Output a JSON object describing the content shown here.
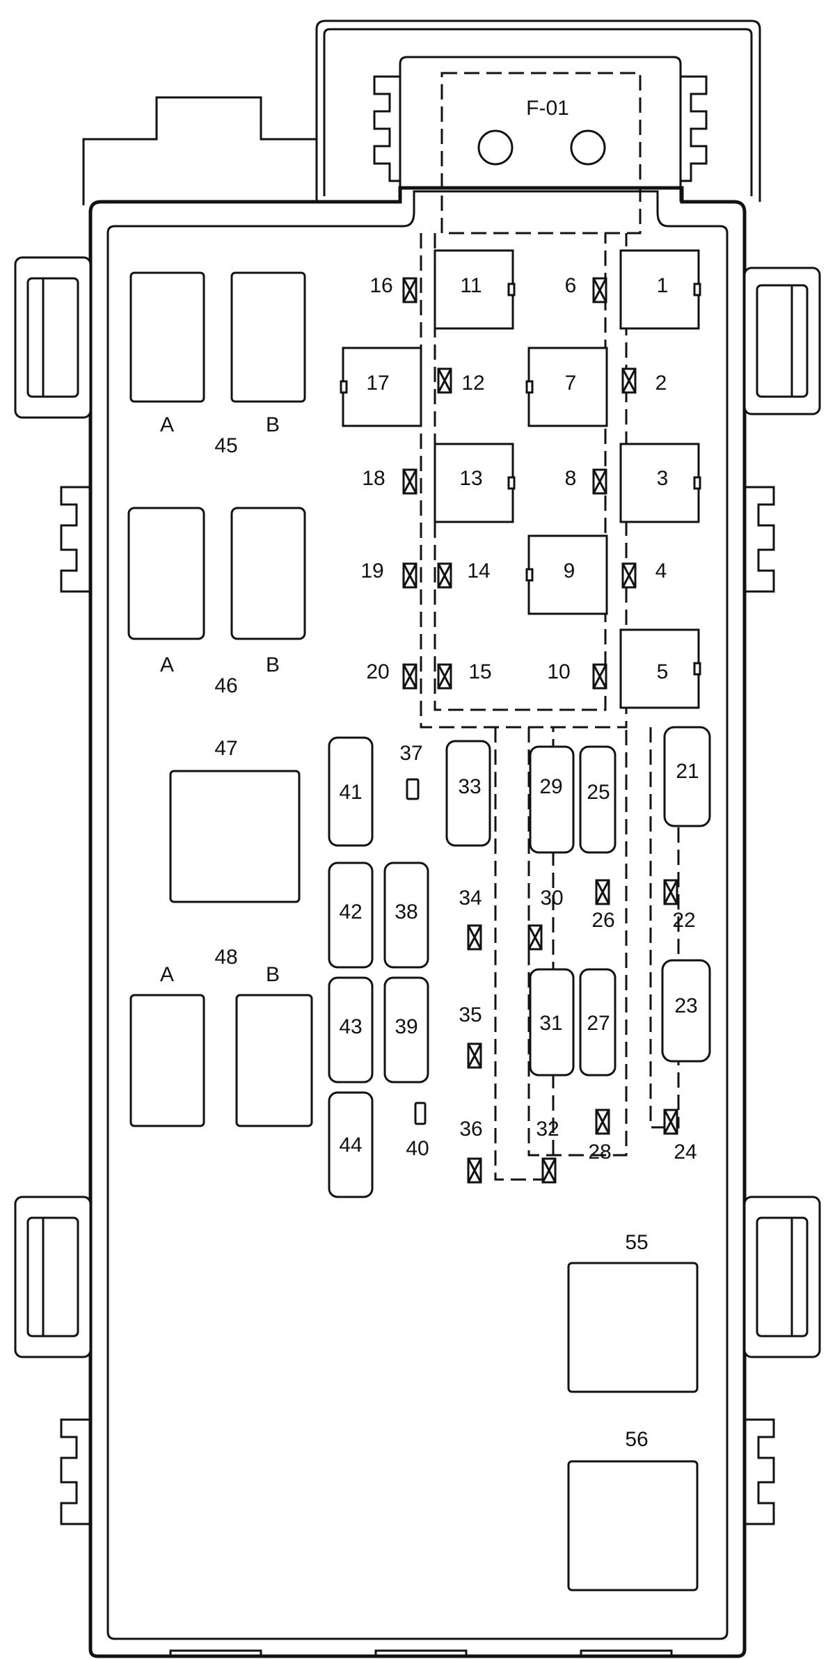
{
  "diagram": {
    "top_label": "F-01",
    "relays_left": [
      {
        "group": "45",
        "a": "A",
        "b": "B"
      },
      {
        "group": "46",
        "a": "A",
        "b": "B"
      },
      {
        "group": "48",
        "a": "A",
        "b": "B"
      }
    ],
    "relay_47": "47",
    "relay_55": "55",
    "relay_56": "56",
    "fuses": [
      "1",
      "2",
      "3",
      "4",
      "5",
      "6",
      "7",
      "8",
      "9",
      "10",
      "11",
      "12",
      "13",
      "14",
      "15",
      "16",
      "17",
      "18",
      "19",
      "20",
      "21",
      "22",
      "23",
      "24",
      "25",
      "26",
      "27",
      "28",
      "29",
      "30",
      "31",
      "32",
      "33",
      "34",
      "35",
      "36",
      "37",
      "38",
      "39",
      "40",
      "41",
      "42",
      "43",
      "44"
    ]
  }
}
